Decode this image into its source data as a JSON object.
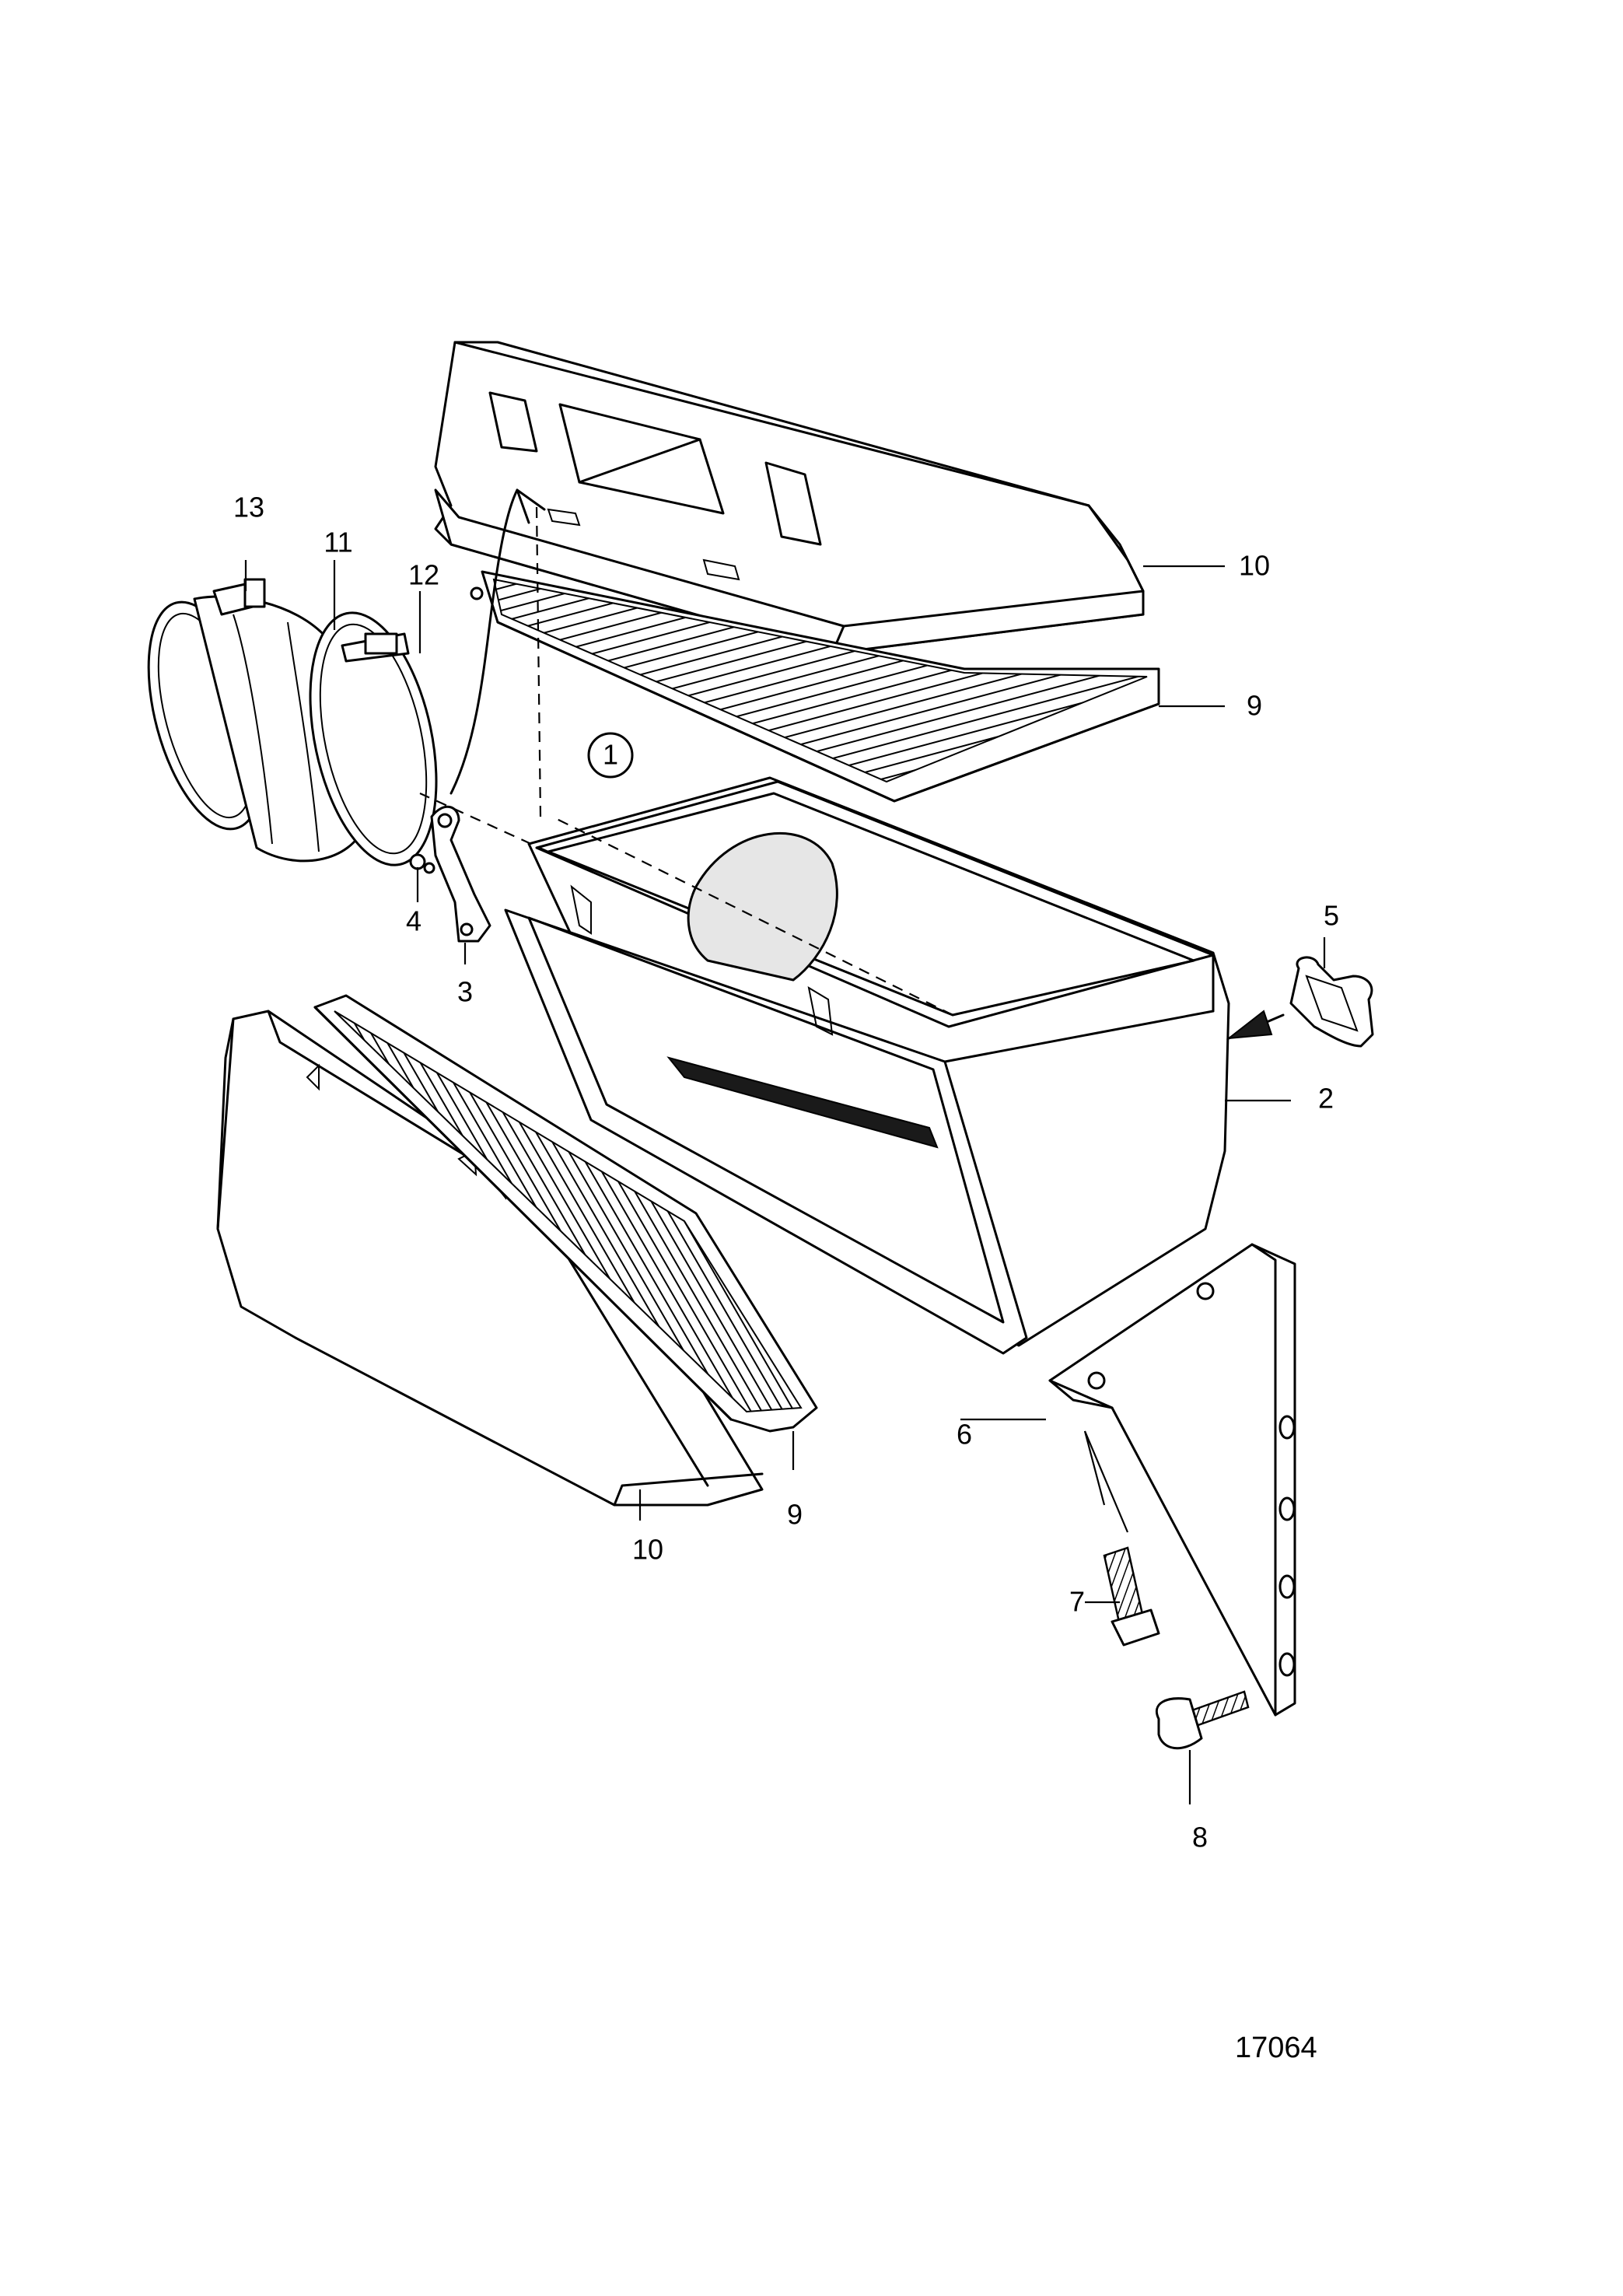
{
  "labels": {
    "p2": "2",
    "p3": "3",
    "p4": "4",
    "p5": "5",
    "p6": "6",
    "p7": "7",
    "p8": "8",
    "p9_top": "9",
    "p9_bottom": "9",
    "p10_top": "10",
    "p10_bottom": "10",
    "p11": "11",
    "p12": "12",
    "p13": "13",
    "ref1": "1"
  },
  "drawing_number": "17064"
}
